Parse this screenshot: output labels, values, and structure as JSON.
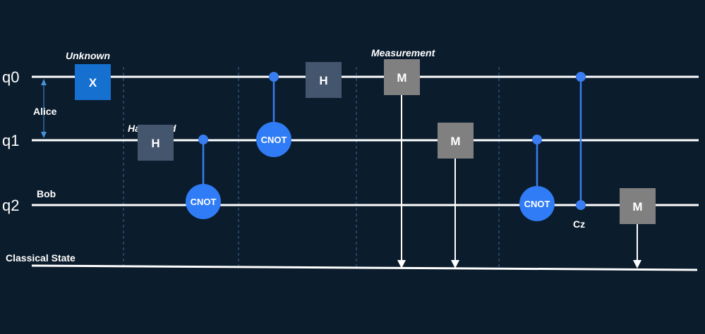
{
  "wires": {
    "q0_label": "q0",
    "q1_label": "q1",
    "q2_label": "q2",
    "classical_label": "Classical State"
  },
  "annotations": {
    "alice": "Alice",
    "bob": "Bob",
    "unknown": "Unknown",
    "hadamard": "Hadamard",
    "measurement": "Measurement",
    "cz": "Cz"
  },
  "gates": {
    "x": "X",
    "h": "H",
    "m": "M",
    "cnot": "CNOT"
  },
  "colors": {
    "background": "#0b1c2c",
    "x_gate": "#1670d0",
    "h_gate": "#44566e",
    "m_gate": "#808080",
    "control": "#2f7cf6"
  }
}
